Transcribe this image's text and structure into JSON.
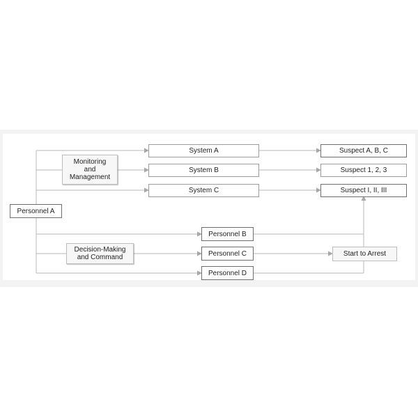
{
  "nodes": {
    "personnel_a": "Personnel A",
    "monitoring": "Monitoring\nand\nManagement",
    "decision": "Decision-Making\nand Command",
    "system_a": "System A",
    "system_b": "System B",
    "system_c": "System C",
    "suspect_abc": "Suspect A, B, C",
    "suspect_123": "Suspect 1, 2, 3",
    "suspect_roman": "Suspect I, II, III",
    "personnel_b": "Personnel B",
    "personnel_c": "Personnel C",
    "personnel_d": "Personnel D",
    "start_arrest": "Start to Arrest"
  },
  "colors": {
    "line": "#b9b9b9",
    "arrow": "#a8a8a8",
    "border": "#9c9c9c",
    "text": "#222222"
  }
}
